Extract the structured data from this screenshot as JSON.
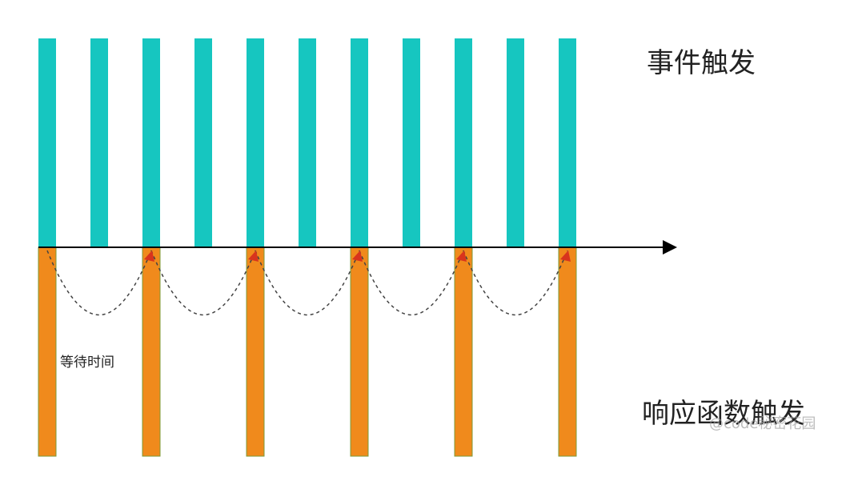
{
  "labels": {
    "event_trigger": "事件触发",
    "wait_time": "等待时间",
    "response_trigger": "响应函数触发",
    "watermark": "@code秘密花园"
  },
  "colors": {
    "event_bar": "#16c6c0",
    "response_bar": "#f08a1c",
    "response_bar_edge": "#7c9b39",
    "arrow": "#000000",
    "wait_curve": "#444444",
    "trigger_arrow": "#d8341d"
  },
  "diagram": {
    "event_count": 11,
    "response_count": 6,
    "response_every_n_events": 2
  }
}
